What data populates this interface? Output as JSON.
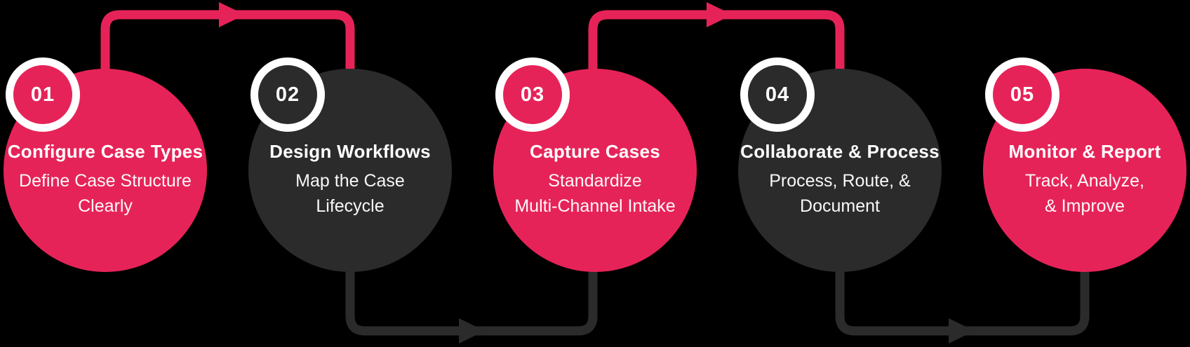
{
  "colors": {
    "accent_pink": "#E62358",
    "accent_dark": "#2B2B2B",
    "background": "#000000",
    "text": "#FFFFFF"
  },
  "diagram": {
    "name": "case-management-process-flow",
    "steps": [
      {
        "number": "01",
        "title": "Configure Case Types",
        "subtitle": "Define Case Structure\nClearly",
        "variant": "pink"
      },
      {
        "number": "02",
        "title": "Design Workflows",
        "subtitle": "Map the Case\nLifecycle",
        "variant": "dark"
      },
      {
        "number": "03",
        "title": "Capture Cases",
        "subtitle": "Standardize\nMulti-Channel Intake",
        "variant": "pink"
      },
      {
        "number": "04",
        "title": "Collaborate & Process",
        "subtitle": "Process, Route, &\nDocument",
        "variant": "dark"
      },
      {
        "number": "05",
        "title": "Monitor & Report",
        "subtitle": "Track, Analyze,\n& Improve",
        "variant": "pink"
      }
    ],
    "connectors": [
      {
        "from": "01",
        "to": "02",
        "position": "top",
        "color_key": "accent_pink"
      },
      {
        "from": "02",
        "to": "03",
        "position": "bottom",
        "color_key": "accent_dark"
      },
      {
        "from": "03",
        "to": "04",
        "position": "top",
        "color_key": "accent_pink"
      },
      {
        "from": "04",
        "to": "05",
        "position": "bottom",
        "color_key": "accent_dark"
      }
    ]
  }
}
